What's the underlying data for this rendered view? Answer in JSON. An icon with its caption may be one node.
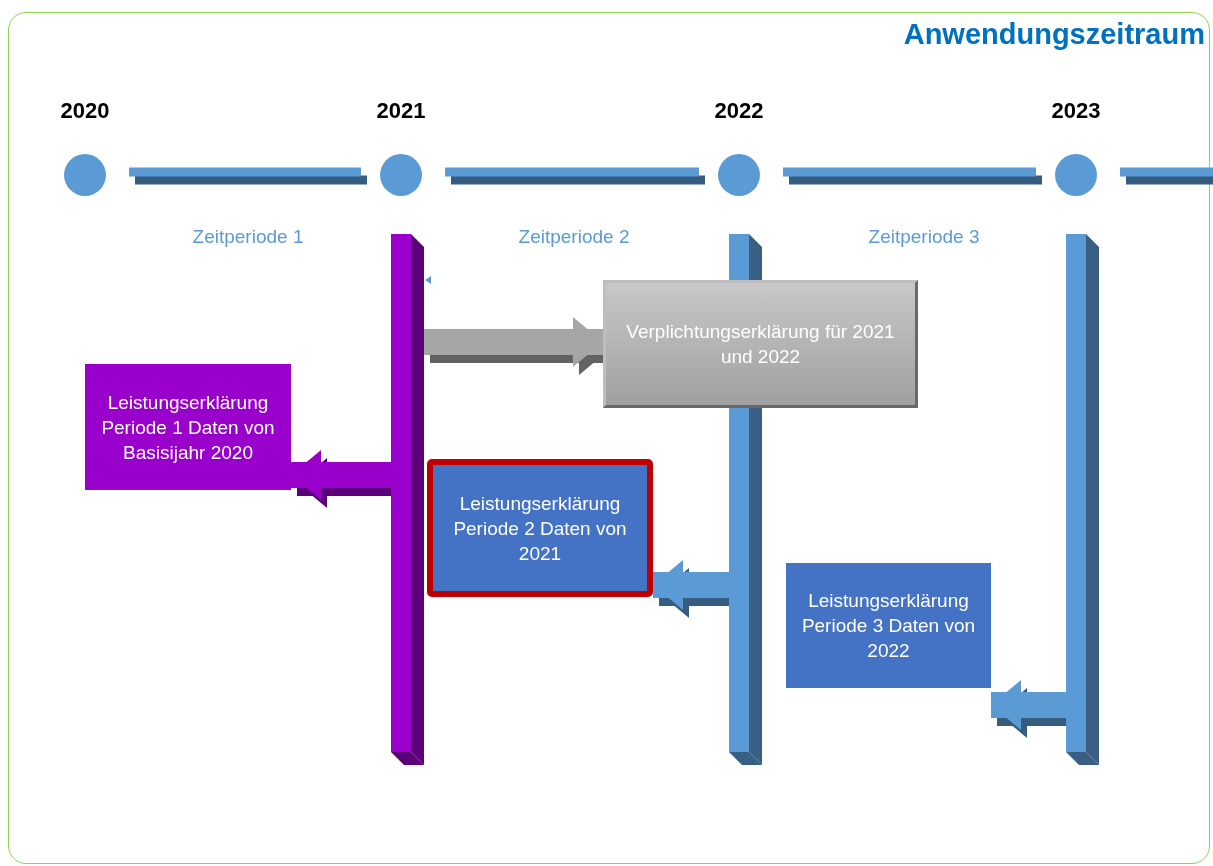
{
  "diagram": {
    "title": "Anwendungszeitraum",
    "nodes": [
      {
        "text": [
          "2020"
        ]
      },
      {
        "text": [
          "2021"
        ]
      },
      {
        "text": [
          "2022"
        ]
      },
      {
        "text": [
          "2023"
        ]
      },
      {
        "text": [],
        "shape": "bar"
      },
      {
        "text": [],
        "shape": "bar"
      },
      {
        "text": [],
        "shape": "bar"
      },
      {
        "text": [
          "Verplichtungserklärung für 2021 und 2022"
        ]
      },
      {
        "text": [
          "Leistungserklärung Periode 1 Daten von Basisijahr 2020"
        ]
      },
      {
        "text": [
          "Leistungserklärung Periode 2 Daten von 2021"
        ]
      },
      {
        "text": [
          "Leistungserklärung Periode 3 Daten von 2022"
        ]
      }
    ],
    "edges": [
      {
        "from": 0,
        "to": 1,
        "arrow": "none"
      },
      {
        "from": 1,
        "to": 2,
        "arrow": "none"
      },
      {
        "from": 2,
        "to": 3,
        "arrow": "none"
      },
      {
        "from": 3,
        "to": null,
        "arrow": "none"
      },
      {
        "from": 4,
        "to": 7,
        "arrow": "to",
        "style": "thick",
        "color": "#a6a6a6"
      },
      {
        "from": 4,
        "to": 8,
        "arrow": "to",
        "style": "thick",
        "color": "#9900cc"
      },
      {
        "from": 5,
        "to": 9,
        "arrow": "to",
        "style": "thick"
      },
      {
        "from": 6,
        "to": 10,
        "arrow": "to",
        "style": "thick"
      }
    ],
    "labels": [
      "Zeitperiode 1",
      "Zeitperiode 2",
      "Zeitperiode 3"
    ]
  }
}
